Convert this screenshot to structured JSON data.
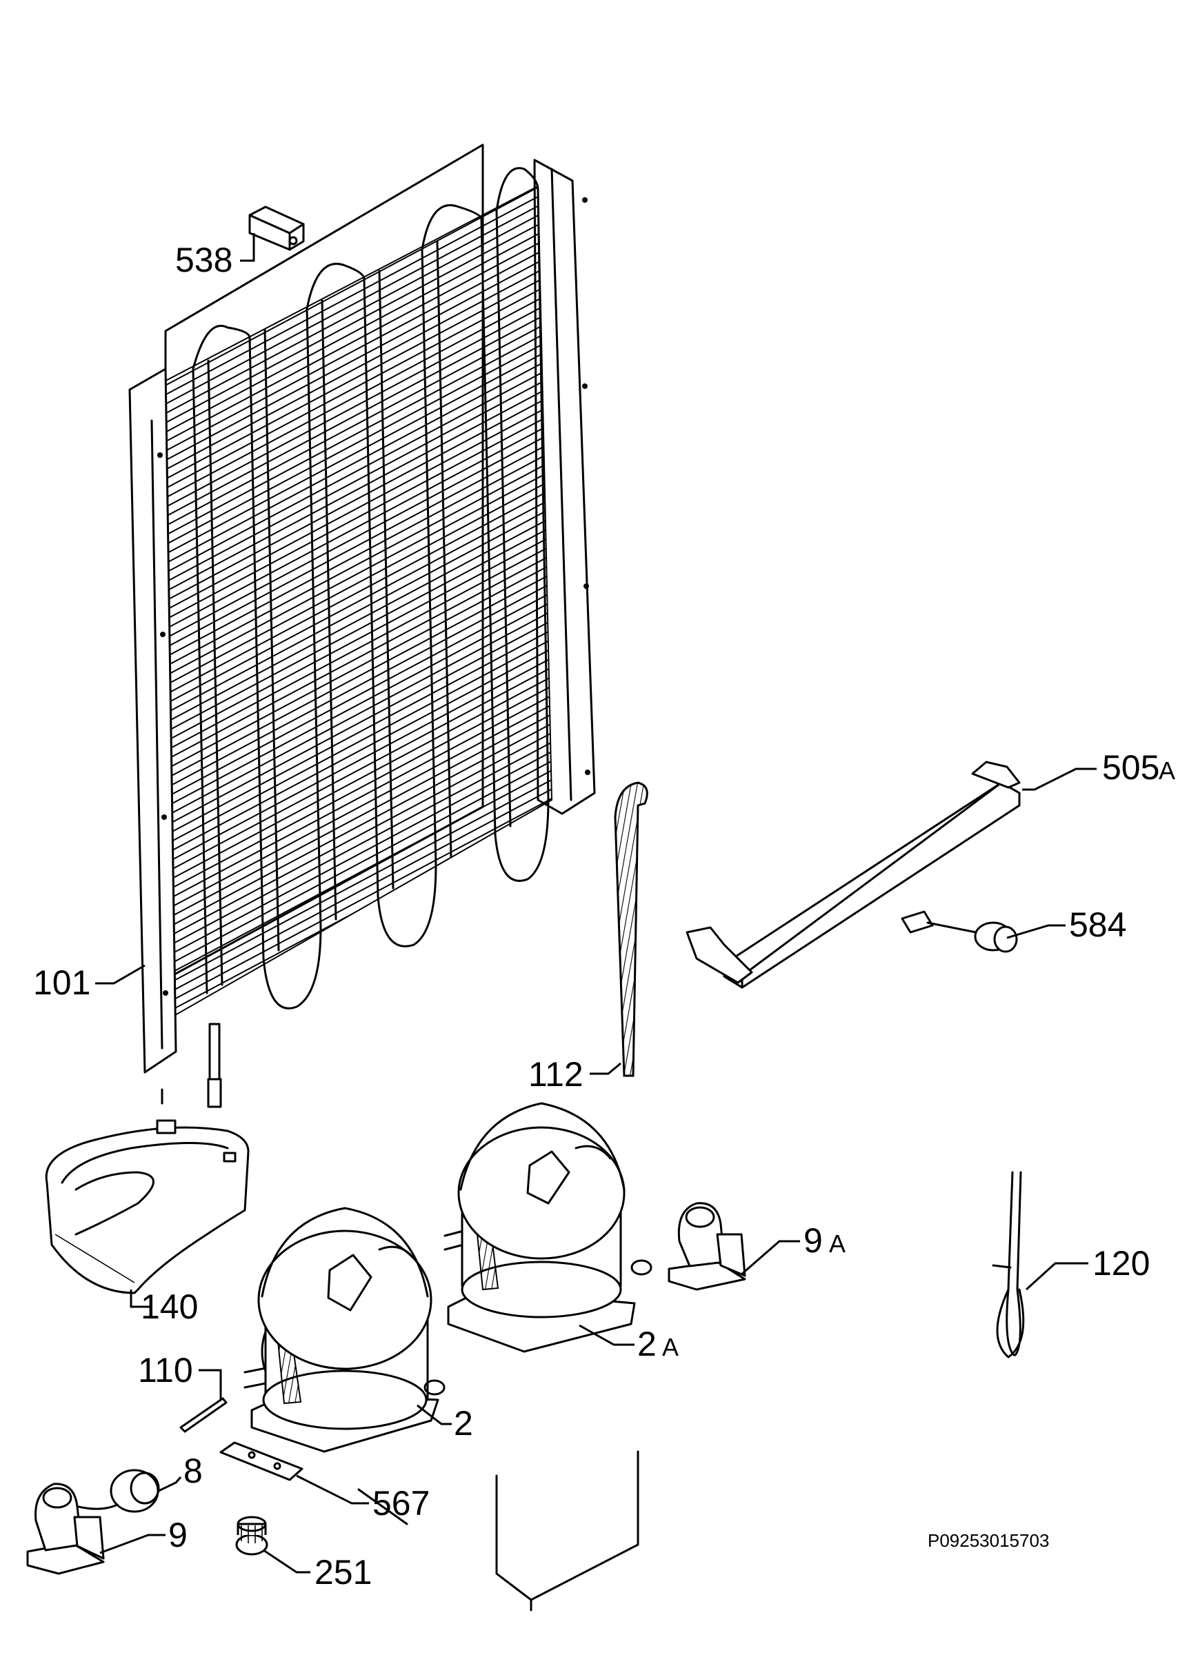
{
  "labels": {
    "l538": {
      "num": "538",
      "suffix": ""
    },
    "l505a": {
      "num": "505",
      "suffix": "A"
    },
    "l584": {
      "num": "584",
      "suffix": ""
    },
    "l101": {
      "num": "101",
      "suffix": ""
    },
    "l112": {
      "num": "112",
      "suffix": ""
    },
    "l9a": {
      "num": "9",
      "suffix": "A"
    },
    "l120": {
      "num": "120",
      "suffix": ""
    },
    "l140": {
      "num": "140",
      "suffix": ""
    },
    "l2a": {
      "num": "2",
      "suffix": "A"
    },
    "l110": {
      "num": "110",
      "suffix": ""
    },
    "l2": {
      "num": "2",
      "suffix": ""
    },
    "l8": {
      "num": "8",
      "suffix": ""
    },
    "l567": {
      "num": "567",
      "suffix": ""
    },
    "l9": {
      "num": "9",
      "suffix": ""
    },
    "l251": {
      "num": "251",
      "suffix": ""
    }
  },
  "drawing_code": "P09253015703"
}
